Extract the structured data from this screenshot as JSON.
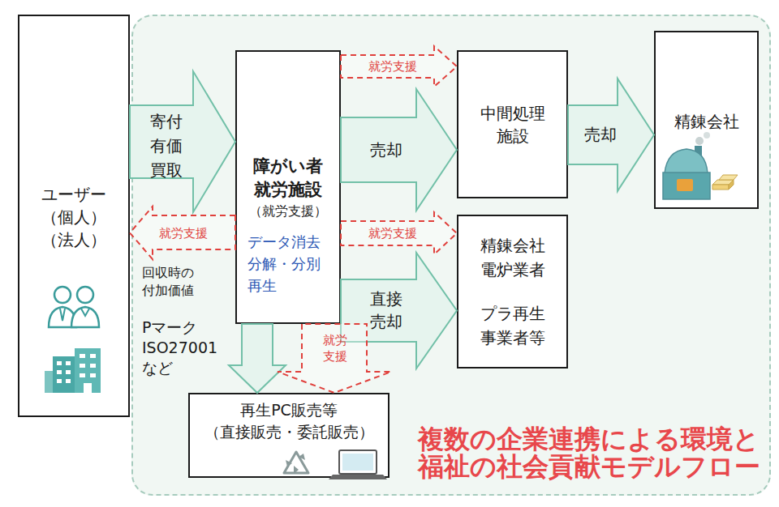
{
  "diagram": {
    "nodes": [
      {
        "text": [
          "ユーザー",
          "（個人） （法人）"
        ]
      },
      {
        "text": [
          "複数の企業連携による環境と 福祉の社会貢献モデルフロー"
        ]
      },
      {
        "text": [
          "障がい者 就労施設",
          "（就労支援）",
          "データ消去 分解・分別 再生"
        ],
        "in": 1
      },
      {
        "text": [
          "中間処理 施設"
        ],
        "in": 1
      },
      {
        "text": [
          "精錬会社"
        ],
        "in": 1
      },
      {
        "text": [
          "精錬会社 電炉業者",
          "プラ再生 事業者等"
        ],
        "in": 1
      },
      {
        "text": [
          "再生PC販売等",
          "（直接販売・委託販売）"
        ],
        "in": 1
      }
    ],
    "edges": [
      {
        "from": 0,
        "to": 2,
        "label": "寄付 有価 買取",
        "arrow": "to"
      },
      {
        "from": 2,
        "to": 0,
        "label": "就労支援",
        "arrow": "to"
      },
      {
        "from": 2,
        "to": 3,
        "label": "売却",
        "arrow": "to"
      },
      {
        "from": 2,
        "to": 3,
        "label": "就労支援",
        "arrow": "to"
      },
      {
        "from": 2,
        "to": 5,
        "label": "直接 売却",
        "arrow": "to"
      },
      {
        "from": 2,
        "to": 5,
        "label": "就労支援",
        "arrow": "to"
      },
      {
        "from": 3,
        "to": 4,
        "label": "売却",
        "arrow": "to"
      },
      {
        "from": 2,
        "to": 6,
        "arrow": "to"
      },
      {
        "from": 2,
        "to": 6,
        "label": "就労 支援",
        "arrow": "to"
      }
    ],
    "labels": [
      "回収時の 付加価値",
      "Pマーク ISO27001 など"
    ]
  }
}
